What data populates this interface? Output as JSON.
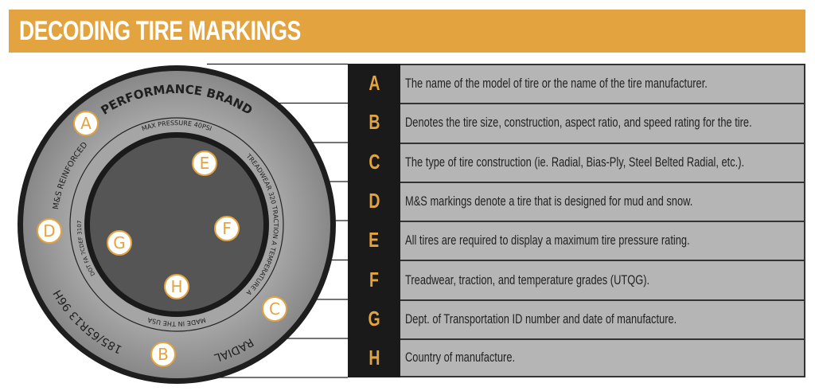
{
  "header": {
    "title": "DECODING TIRE MARKINGS"
  },
  "colors": {
    "accent": "#E3A43F",
    "tread": "#9a9a9a",
    "hub": "#555555",
    "table_bg": "#b5b5b5",
    "letter_bg": "#1a1a1a"
  },
  "tire": {
    "brand": "PERFORMANCE BRAND",
    "max_pressure": "MAX PRESSURE 40PSI",
    "treadwear": "TREADWEAR 320 TRACTION A TEMPERATURE A",
    "reinforced": "M&S REINFORCED",
    "dot": "DOT FA 7CDEF 3107",
    "size": "185/65R13 96H",
    "radial": "RADIAL",
    "made_in": "MADE IN THE USA",
    "markers": [
      "A",
      "B",
      "C",
      "D",
      "E",
      "F",
      "G",
      "H"
    ]
  },
  "legend": [
    {
      "letter": "A",
      "text": "The name of the model of tire or the name of the tire manufacturer."
    },
    {
      "letter": "B",
      "text": "Denotes the tire size, construction, aspect ratio, and speed rating for the tire."
    },
    {
      "letter": "C",
      "text": "The type of tire construction (ie. Radial, Bias-Ply, Steel Belted Radial, etc.)."
    },
    {
      "letter": "D",
      "text": "M&S markings denote a tire that is designed for mud and snow."
    },
    {
      "letter": "E",
      "text": "All tires are required to display a maximum tire pressure rating."
    },
    {
      "letter": "F",
      "text": "Treadwear, traction, and temperature grades (UTQG)."
    },
    {
      "letter": "G",
      "text": "Dept. of Transportation ID number and date of manufacture."
    },
    {
      "letter": "H",
      "text": "Country of manufacture."
    }
  ]
}
